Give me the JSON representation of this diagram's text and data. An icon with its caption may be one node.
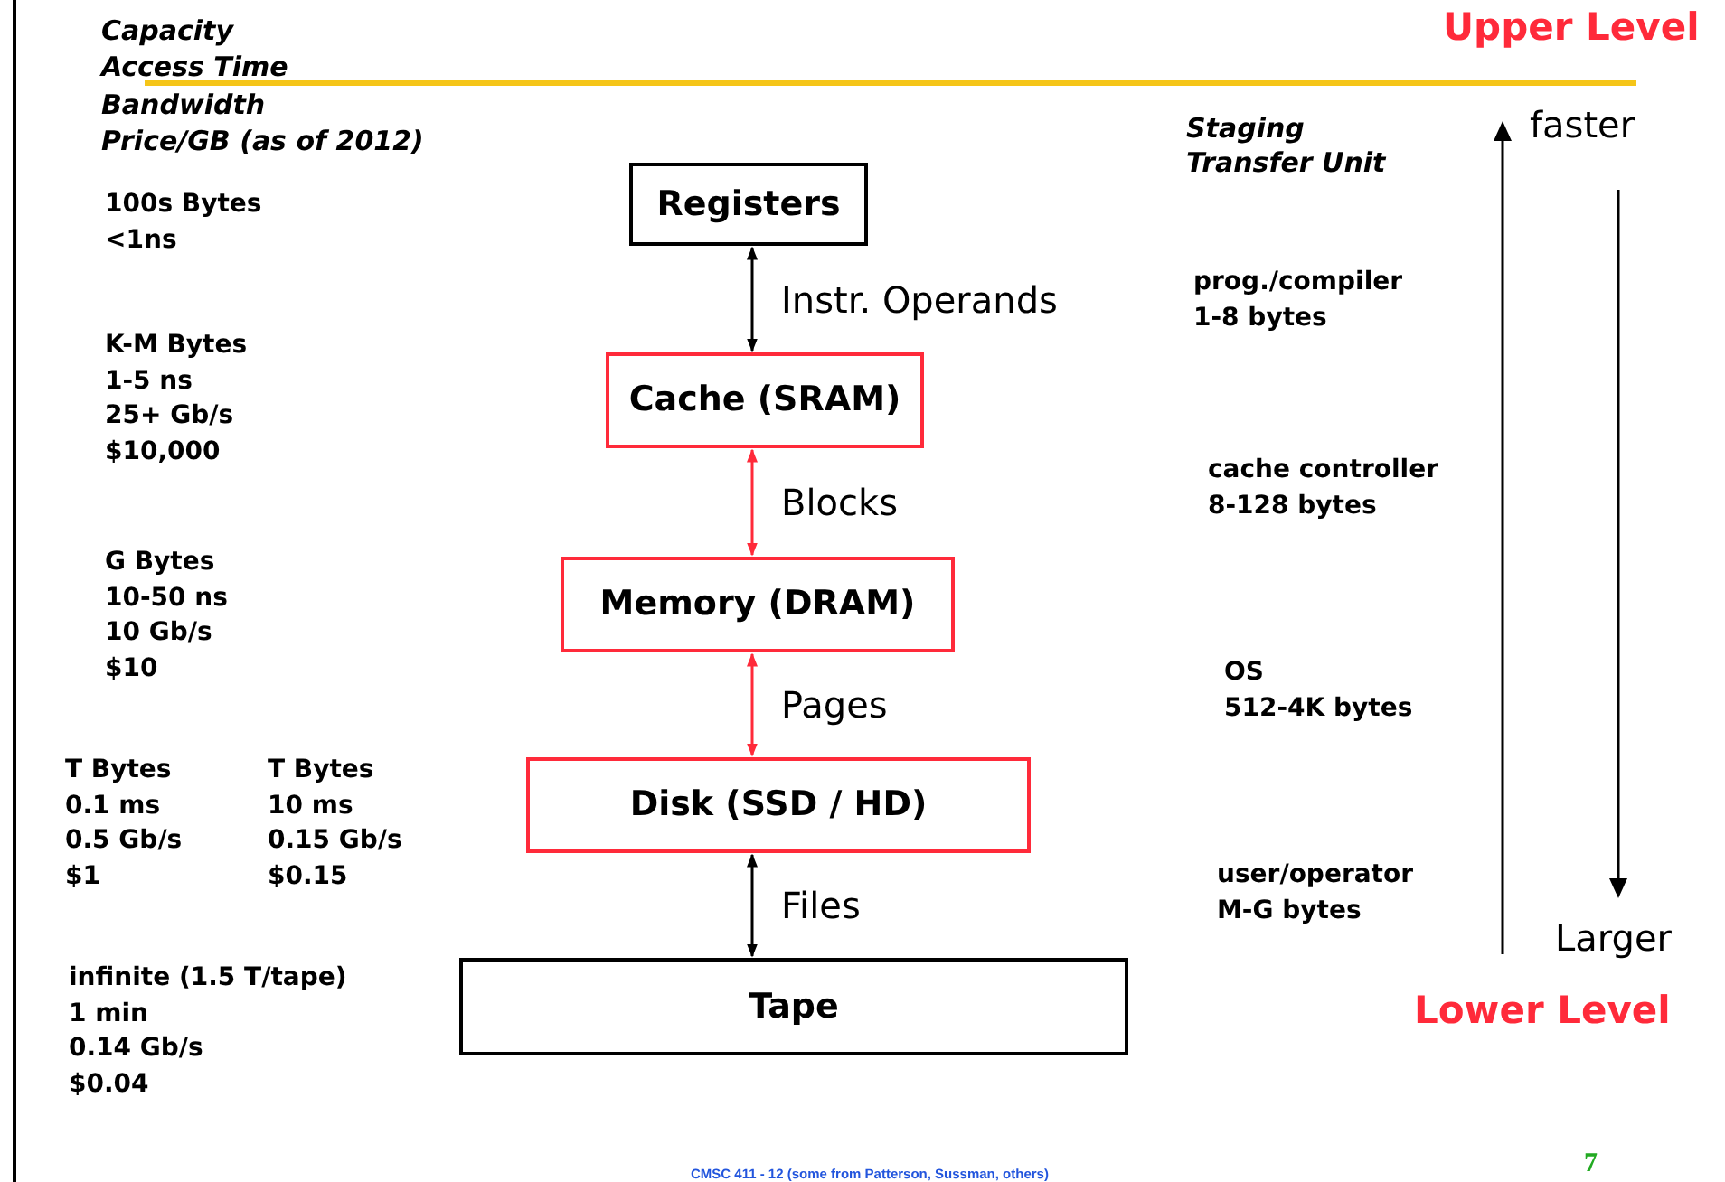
{
  "diagram": {
    "nodes": [
      {
        "text": [
          "Registers"
        ]
      },
      {
        "text": [
          "Cache (SRAM)"
        ]
      },
      {
        "text": [
          "Memory (DRAM)"
        ]
      },
      {
        "text": [
          "Disk (SSD / HD)"
        ]
      },
      {
        "text": [
          "Tape"
        ]
      }
    ],
    "edges": [
      {
        "from": 0,
        "to": 1,
        "arrow": "both",
        "label": "Instr. Operands"
      },
      {
        "from": 1,
        "to": 2,
        "arrow": "both",
        "label": "Blocks",
        "color": "#ff2a3a"
      },
      {
        "from": 2,
        "to": 3,
        "arrow": "both",
        "label": "Pages",
        "color": "#ff2a3a"
      },
      {
        "from": 3,
        "to": 4,
        "arrow": "both",
        "label": "Files"
      }
    ],
    "labels": [
      "Capacity",
      "Access Time",
      "Bandwidth",
      "Price/GB (as of 2012)",
      "Upper Level",
      "Staging Transfer Unit",
      "faster",
      "100s Bytes",
      "<1ns",
      "K-M Bytes",
      "1-5 ns",
      "25+ Gb/s",
      "$10,000",
      "G Bytes",
      "10-50 ns",
      "10 Gb/s",
      "$10",
      "T Bytes",
      "0.1 ms",
      "0.5 Gb/s",
      "$1",
      "T Bytes",
      "10 ms",
      "0.15 Gb/s",
      "$0.15",
      "infinite (1.5 T/tape)",
      "1 min",
      "0.14 Gb/s",
      "$0.04",
      "prog./compiler",
      "1-8 bytes",
      "cache controller",
      "8-128 bytes",
      "OS",
      "512-4K bytes",
      "user/operator",
      "M-G bytes",
      "Larger",
      "Lower Level",
      "CMSC 411 - 12 (some from Patterson, Sussman, others)",
      "7"
    ]
  }
}
